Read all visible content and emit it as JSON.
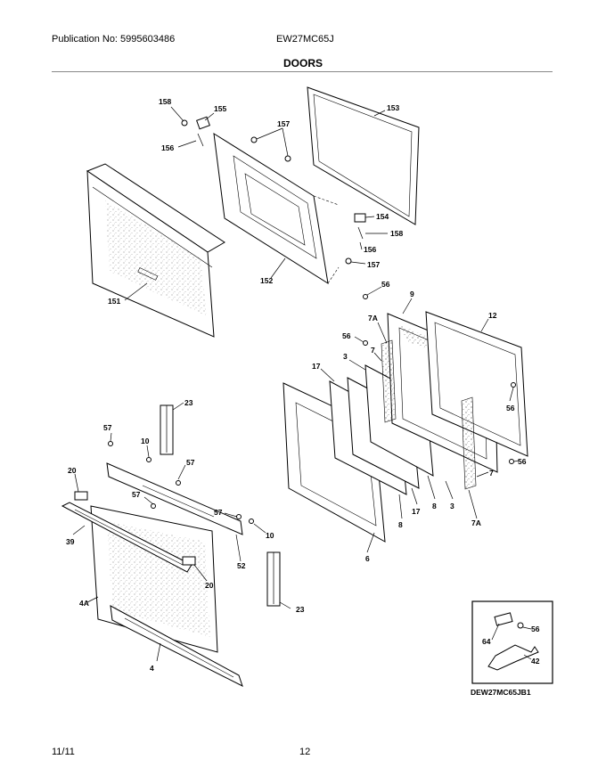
{
  "header": {
    "publication": "Publication No: 5995603486",
    "model": "EW27MC65J",
    "title": "DOORS"
  },
  "footer": {
    "date": "11/11",
    "page": "12"
  },
  "inset": {
    "code": "DEW27MC65JB1",
    "labels": {
      "a": "64",
      "b": "56",
      "c": "42"
    }
  },
  "callouts": {
    "p158a": "158",
    "p155": "155",
    "p156a": "156",
    "p157a": "157",
    "p153": "153",
    "p154": "154",
    "p158b": "158",
    "p156b": "156",
    "p157b": "157",
    "p152": "152",
    "p151": "151",
    "p56a": "56",
    "p9": "9",
    "p12": "12",
    "p7Aa": "7A",
    "p56b": "56",
    "p7a": "7",
    "p3a": "3",
    "p17a": "17",
    "p56c": "56",
    "p56d": "56",
    "p7b": "7",
    "p7Ab": "7A",
    "p3b": "3",
    "p8a": "8",
    "p17b": "17",
    "p8b": "8",
    "p6": "6",
    "p23a": "23",
    "p57a": "57",
    "p10a": "10",
    "p57b": "57",
    "p20a": "20",
    "p57c": "57",
    "p57d": "57",
    "p39": "39",
    "p10b": "10",
    "p52": "52",
    "p20b": "20",
    "p4A": "4A",
    "p23b": "23",
    "p4": "4"
  }
}
